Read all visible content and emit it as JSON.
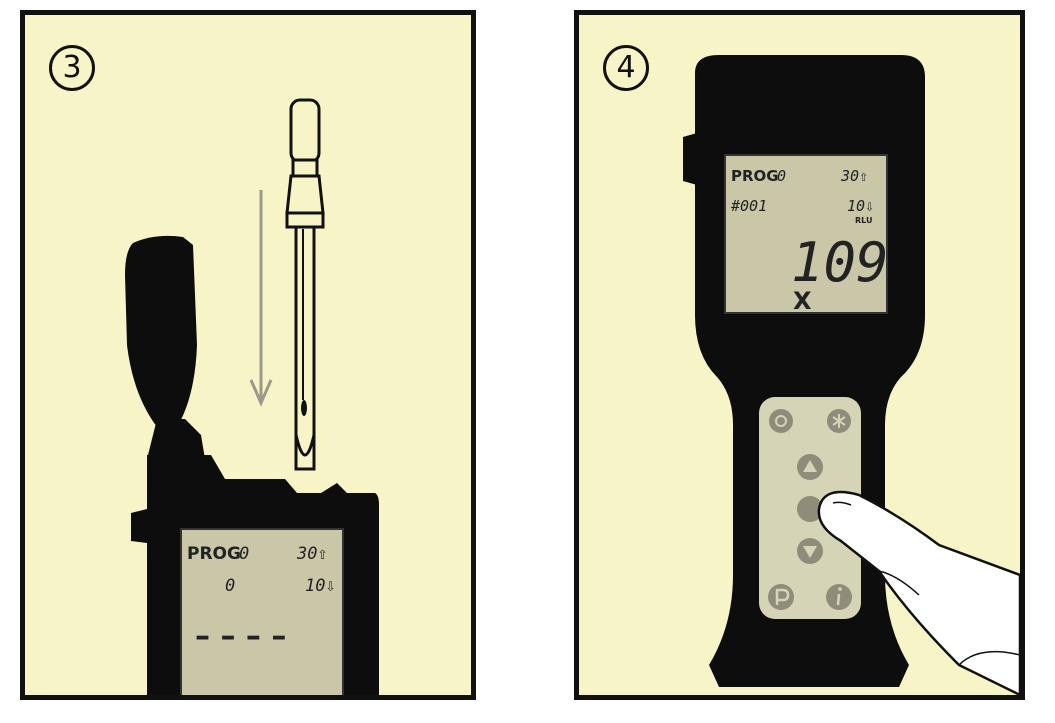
{
  "panels": [
    {
      "step": "3",
      "display": {
        "prog_label": "PROG",
        "prog_value": "0",
        "upper_limit": "30⇧",
        "sample": "0",
        "lower_limit": "10⇩",
        "reading": "– – – –"
      }
    },
    {
      "step": "4",
      "display": {
        "prog_label": "PROG",
        "prog_value": "0",
        "upper_limit": "30⇧",
        "sample": "#001",
        "lower_limit": "10⇩",
        "unit": "RLU",
        "reading": "109",
        "result": "X"
      },
      "keypad_icons": [
        "power-icon",
        "asterisk-icon",
        "up-arrow-icon",
        "ok-icon",
        "down-arrow-icon",
        "p-icon",
        "info-icon"
      ]
    }
  ],
  "colors": {
    "background": "#f7f5c7",
    "lcd": "#c9c7a8",
    "device": "#0d0d0d",
    "arrow": "#9a9a8c",
    "keypad": "#d6d4b6"
  }
}
